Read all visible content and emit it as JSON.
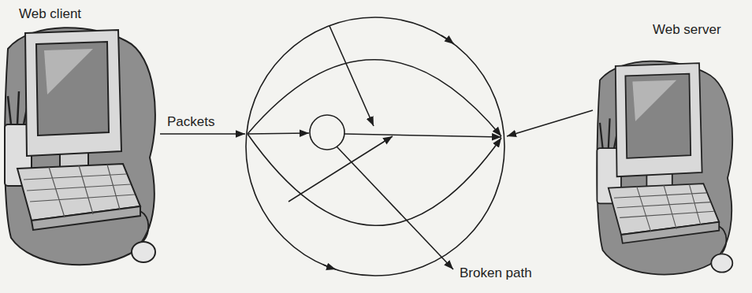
{
  "diagram": {
    "nodes": [
      {
        "text": [
          "Web client"
        ]
      },
      {
        "text": [
          "Web server"
        ]
      }
    ],
    "labels": [
      "Packets",
      "Broken path"
    ]
  }
}
